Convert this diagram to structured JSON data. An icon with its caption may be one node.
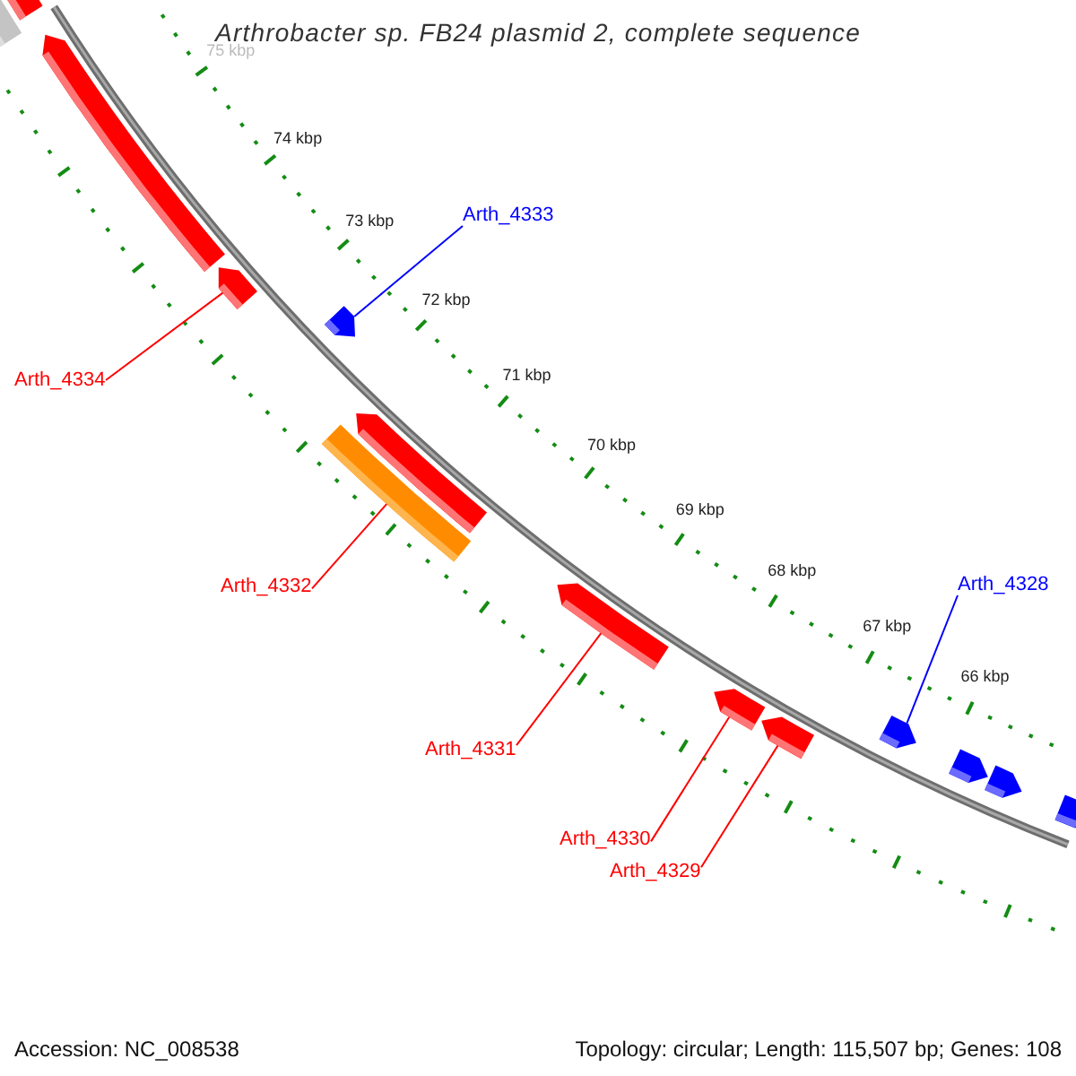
{
  "diagram": {
    "title": "Arthrobacter sp. FB24 plasmid 2, complete sequence",
    "nodes": [
      {
        "text": [
          "Arth_4333"
        ]
      },
      {
        "text": [
          "Arth_4334"
        ]
      },
      {
        "text": [
          "Arth_4332"
        ]
      },
      {
        "text": [
          "Arth_4331"
        ]
      },
      {
        "text": [
          "Arth_4330"
        ]
      },
      {
        "text": [
          "Arth_4329"
        ]
      },
      {
        "text": [
          "Arth_4328"
        ]
      },
      {
        "text": [],
        "shape": "box"
      },
      {
        "text": [],
        "shape": "pentagon"
      },
      {
        "text": [],
        "shape": "pentagon"
      },
      {
        "text": [],
        "shape": "pentagon"
      },
      {
        "text": [],
        "shape": "pentagon"
      },
      {
        "text": [],
        "shape": "box"
      },
      {
        "text": [],
        "shape": "pentagon"
      },
      {
        "text": [],
        "shape": "pentagon"
      },
      {
        "text": [],
        "shape": "pentagon"
      },
      {
        "text": [],
        "shape": "pentagon"
      },
      {
        "text": [],
        "shape": "pentagon"
      },
      {
        "text": [],
        "shape": "pentagon"
      },
      {
        "text": [],
        "shape": "pentagon"
      },
      {
        "text": [],
        "shape": "pentagon"
      }
    ],
    "edges": [
      {
        "from": 0,
        "to": 11,
        "arrow": "none",
        "color": "#0000ff"
      },
      {
        "from": 1,
        "to": 10,
        "arrow": "none"
      },
      {
        "from": 2,
        "to": 12,
        "arrow": "none"
      },
      {
        "from": 3,
        "to": 14,
        "arrow": "none"
      },
      {
        "from": 4,
        "to": 15,
        "arrow": "none"
      },
      {
        "from": 5,
        "to": 16,
        "arrow": "none"
      },
      {
        "from": 6,
        "to": 17,
        "arrow": "none",
        "color": "#0000ff"
      }
    ],
    "labels": [
      "75 kbp",
      "74 kbp",
      "73 kbp",
      "72 kbp",
      "71 kbp",
      "70 kbp",
      "69 kbp",
      "68 kbp",
      "67 kbp",
      "66 kbp",
      "Accession: NC_008538",
      "Topology: circular; Length: 115,507 bp; Genes: 108"
    ]
  }
}
